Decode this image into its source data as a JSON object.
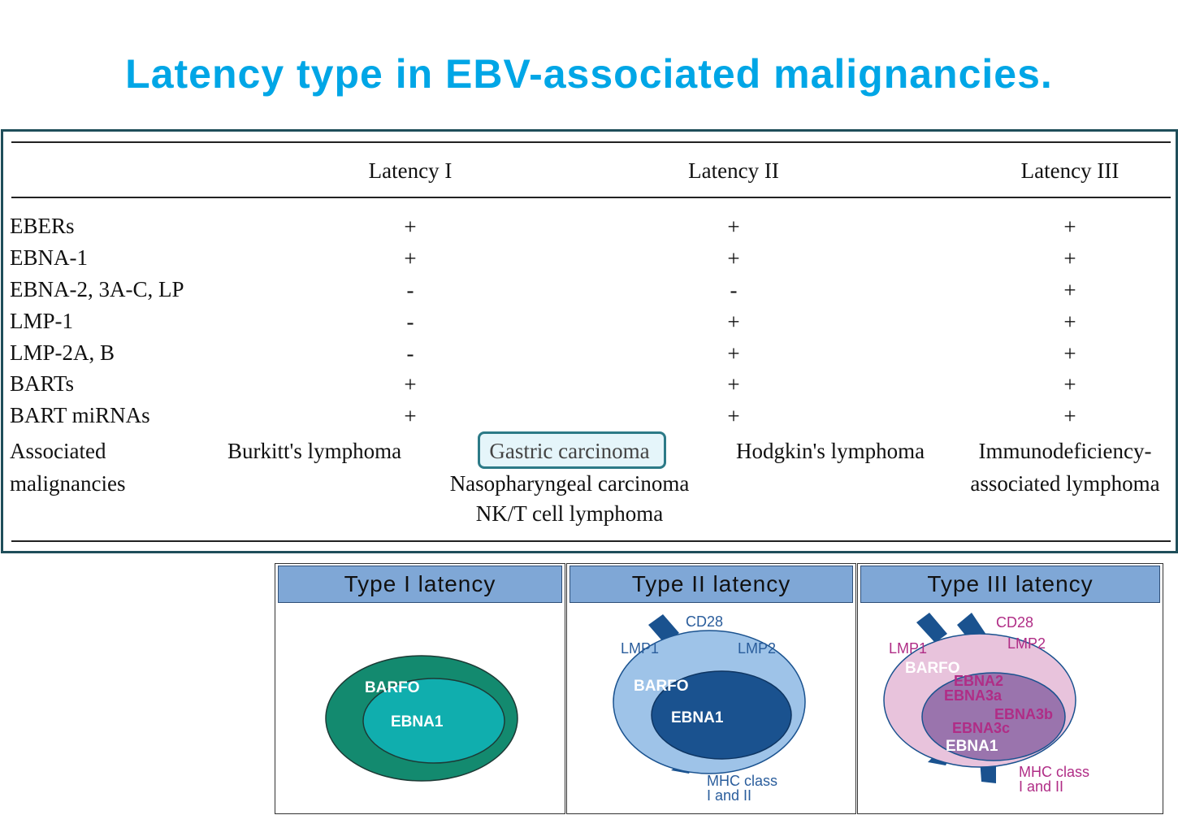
{
  "title": "Latency type in EBV-associated malignancies.",
  "table": {
    "headers": [
      "Latency I",
      "Latency II",
      "Latency III"
    ],
    "rows": [
      {
        "label": "EBERs",
        "values": [
          "+",
          "+",
          "+"
        ]
      },
      {
        "label": "EBNA-1",
        "values": [
          "+",
          "+",
          "+"
        ]
      },
      {
        "label": "EBNA-2, 3A-C, LP",
        "values": [
          "-",
          "-",
          "+"
        ]
      },
      {
        "label": "LMP-1",
        "values": [
          "-",
          "+",
          "+"
        ]
      },
      {
        "label": "LMP-2A, B",
        "values": [
          "-",
          "+",
          "+"
        ]
      },
      {
        "label": "BARTs",
        "values": [
          "+",
          "+",
          "+"
        ]
      },
      {
        "label": "BART miRNAs",
        "values": [
          "+",
          "+",
          "+"
        ]
      }
    ],
    "malignancies": {
      "label_line1": "Associated",
      "label_line2": "malignancies",
      "latency1": "Burkitt's lymphoma",
      "latency2_highlight": "Gastric carcinoma",
      "latency2_line2": "Nasopharyngeal carcinoma",
      "latency2_line3": "NK/T cell lymphoma",
      "latency2b": "Hodgkin's lymphoma",
      "latency3_line1": "Immunodeficiency-",
      "latency3_line2": "associated lymphoma"
    }
  },
  "panels": {
    "type1": {
      "title": "Type I latency",
      "outer_label": "BARFO",
      "inner_label": "EBNA1",
      "colors": {
        "outer": "#138a6f",
        "inner": "#10aeae",
        "label": "#ffffff"
      }
    },
    "type2": {
      "title": "Type II latency",
      "cd28": "CD28",
      "lmp1": "LMP1",
      "lmp2": "LMP2",
      "outer_label": "BARFO",
      "inner_label": "EBNA1",
      "mhc_line1": "MHC class",
      "mhc_line2": "I and II",
      "colors": {
        "outer": "#9ec3e8",
        "inner": "#1a528f",
        "membrane": "#1a528f",
        "text": "#2a5d9c"
      }
    },
    "type3": {
      "title": "Type III latency",
      "cd28": "CD28",
      "lmp1": "LMP1",
      "lmp2": "LMP2",
      "barfo": "BARFO",
      "ebna2": "EBNA2",
      "ebna3a": "EBNA3a",
      "ebna3b": "EBNA3b",
      "ebna3c": "EBNA3c",
      "ebna1": "EBNA1",
      "mhc_line1": "MHC class",
      "mhc_line2": "I and II",
      "colors": {
        "outer": "#e8c3dc",
        "inner": "#9a74ad",
        "membrane": "#1a528f",
        "text": "#b02d86"
      }
    }
  }
}
